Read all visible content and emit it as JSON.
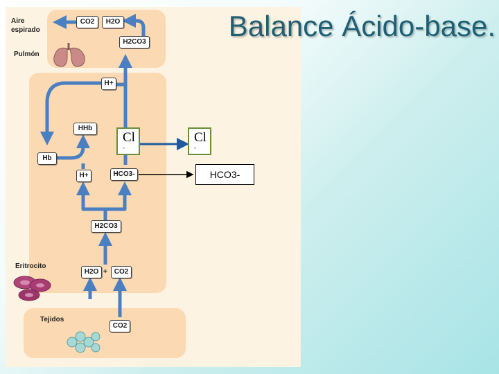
{
  "title": "Balance Ácido-base.",
  "labels": {
    "aire_espirado": "Aire espirado",
    "pulmon": "Pulmón",
    "eritrocito": "Eritrocito",
    "tejidos": "Tejidos"
  },
  "species": {
    "co2_top": "CO2",
    "h2o_top": "H2O",
    "h2co3_top": "H2CO3",
    "h_plus_top": "H+",
    "hhb": "HHb",
    "hb": "Hb",
    "h_plus_mid": "H+",
    "hco3_mid": "HCO3-",
    "h2co3_mid": "H2CO3",
    "h2o_bottom": "H2O",
    "plus": "+",
    "co2_bottom": "CO2",
    "co2_tissue": "CO2"
  },
  "exchange": {
    "cl_inside_symbol": "Cl",
    "cl_inside_charge": "-",
    "cl_outside_symbol": "Cl",
    "cl_outside_charge": "-",
    "hco3_outside": "HCO3-"
  },
  "colors": {
    "title": "#1f5f73",
    "arrow_blue": "#4a7fc1",
    "zone": "#fbd9b3",
    "exchange_arrow": "#1f5aa0",
    "cl_border": "#6a8e3a"
  }
}
